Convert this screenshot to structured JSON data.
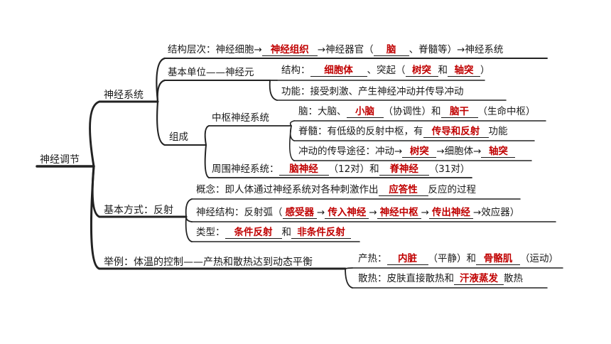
{
  "root": "神经调节",
  "b1": {
    "label": "神经系统",
    "level": {
      "p1": "结构层次：神经细胞→",
      "a1": "神经组织",
      "p2": "→神经器官（",
      "a2": "脑",
      "p3": "、脊髓等）→神经系统"
    },
    "unit": {
      "label": "基本单位——神经元",
      "structure": {
        "p1": "结构：",
        "a1": "细胞体",
        "p2": "、突起（",
        "a2": "树突",
        "p3": "和",
        "a3": "轴突",
        "p4": "）"
      },
      "function": "功能：接受刺激、产生神经冲动并传导冲动"
    },
    "comp": {
      "label": "组成",
      "central": {
        "label": "中枢神经系统",
        "brain": {
          "p1": "脑：大脑、",
          "a1": "小脑",
          "p2": "（协调性）和",
          "a2": "脑干",
          "p3": "（生命中枢）"
        },
        "spinal": {
          "p1": "脊髓：有低级的反射中枢，有",
          "a1": "传导和反射",
          "p2": "功能"
        },
        "path": {
          "p1": "冲动的传导途径：冲动→",
          "a1": "树突",
          "p2": "→细胞体→",
          "a2": "轴突"
        }
      },
      "peripheral": {
        "p1": "周围神经系统：",
        "a1": "脑神经",
        "p2": "（12对）和",
        "a2": "脊神经",
        "p3": "（31对）"
      }
    }
  },
  "b2": {
    "label": "基本方式：反射",
    "concept": {
      "p1": "概念：即人体通过神经系统对各种刺激作出",
      "a1": "应答性",
      "p2": "反应的过程"
    },
    "arc": {
      "p1": "神经结构：反射弧（",
      "a1": "感受器",
      "a2": "传入神经",
      "a3": "神经中枢",
      "a4": "传出神经",
      "arrow": "→",
      "p2": "→效应器）"
    },
    "types": {
      "p1": "类型：",
      "a1": "条件反射",
      "p2": "和",
      "a2": "非条件反射"
    }
  },
  "b3": {
    "label": "举例：体温的控制——产热和散热达到动态平衡",
    "heat": {
      "p1": "产热：",
      "a1": "内脏",
      "p2": "（平静）和",
      "a2": "骨骼肌",
      "p3": "（运动）"
    },
    "loss": {
      "p1": "散热：皮肤直接散热和",
      "a1": "汗液蒸发",
      "p2": "散热"
    }
  }
}
